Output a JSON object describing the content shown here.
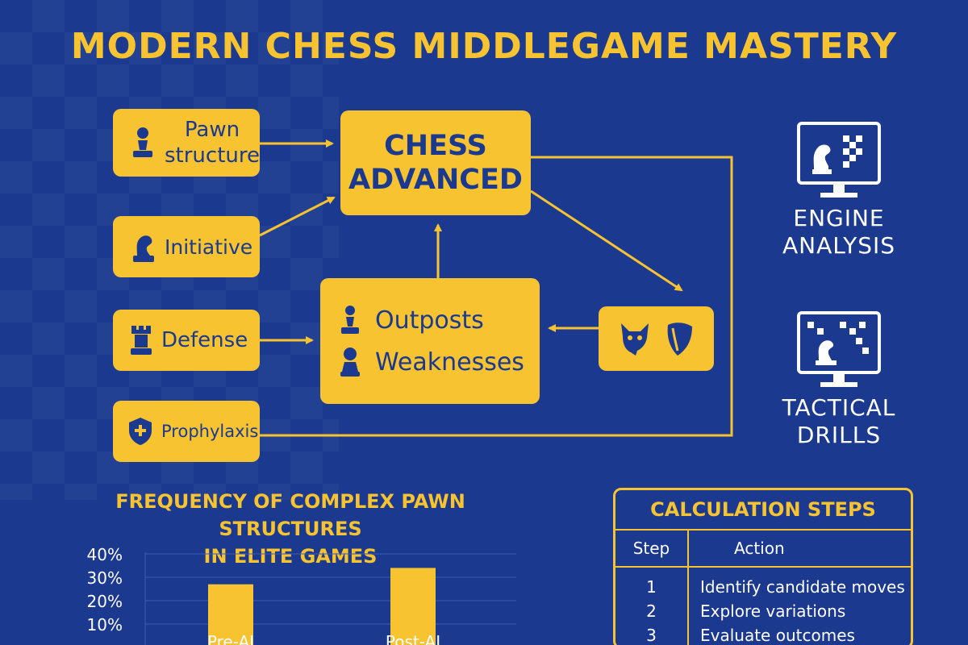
{
  "title": "MODERN CHESS MIDDLEGAME MASTERY",
  "center": {
    "line1": "CHESS",
    "line2": "ADVANCED"
  },
  "concepts": {
    "pawn": {
      "line1": "Pawn",
      "line2": "structure",
      "icon": "pawn-icon"
    },
    "initiative": {
      "label": "Initiative",
      "icon": "knight-icon"
    },
    "defense": {
      "label": "Defense",
      "icon": "rook-icon"
    },
    "prophylaxis": {
      "label": "Prophylaxis",
      "icon": "shield-plus-icon"
    }
  },
  "outposts": {
    "item1": "Outposts",
    "item2": "Weaknesses"
  },
  "side": {
    "engine": {
      "line1": "ENGINE",
      "line2": "ANALYSIS",
      "icon": "engine-monitor-icon"
    },
    "drills": {
      "line1": "TACTICAL",
      "line2": "DRILLS",
      "icon": "drills-monitor-icon"
    }
  },
  "chart_title": {
    "line1": "FREQUENCY OF COMPLEX PAWN STRUCTURES",
    "line2": "IN ELITE GAMES"
  },
  "chart_data": {
    "type": "bar",
    "categories": [
      "Pre-AI",
      "Post-AI"
    ],
    "values": [
      27,
      34
    ],
    "yticks": [
      "40%",
      "30%",
      "20%",
      "10%"
    ],
    "ylim": [
      10,
      40
    ],
    "grid": true,
    "bar_color": "#f7c331",
    "grid_color": "#3b5bb0"
  },
  "calc": {
    "title": "CALCULATION STEPS",
    "headers": {
      "step": "Step",
      "action": "Action"
    },
    "rows": [
      {
        "step": "1",
        "action": "Identify candidate moves"
      },
      {
        "step": "2",
        "action": "Explore variations"
      },
      {
        "step": "3",
        "action": "Evaluate outcomes"
      }
    ]
  },
  "colors": {
    "background": "#1b3a8f",
    "accent": "#f7c331",
    "text": "#ffffff"
  }
}
